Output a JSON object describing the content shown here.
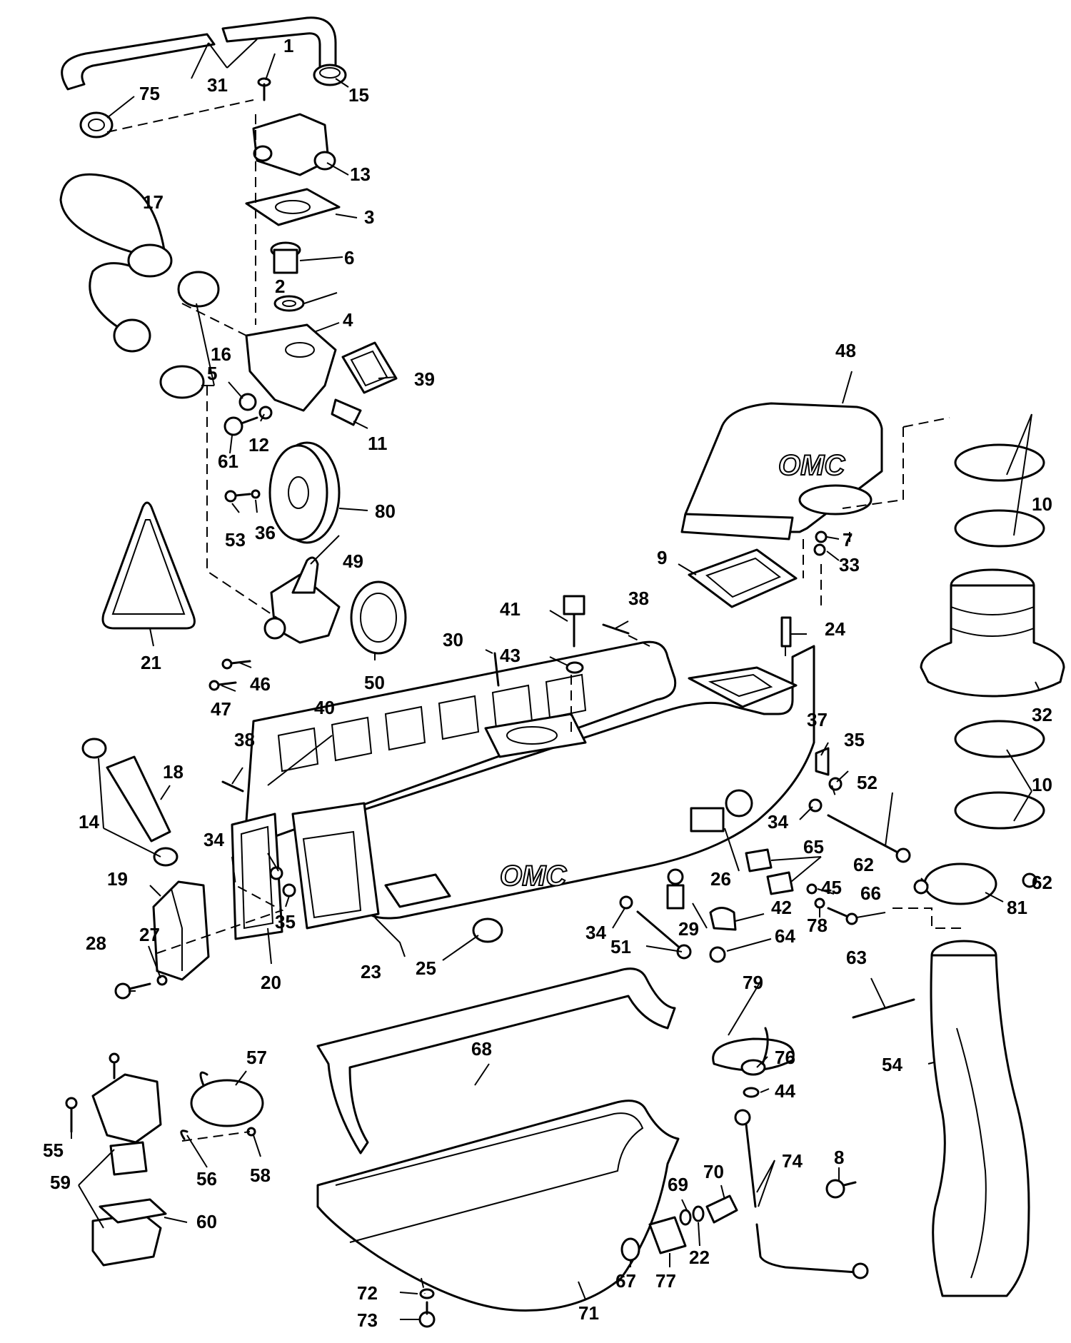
{
  "logo_text": "OMC",
  "callouts": [
    "1",
    "2",
    "3",
    "4",
    "5",
    "6",
    "7",
    "8",
    "9",
    "10",
    "11",
    "12",
    "13",
    "14",
    "15",
    "16",
    "17",
    "18",
    "19",
    "20",
    "21",
    "22",
    "23",
    "24",
    "25",
    "26",
    "27",
    "28",
    "29",
    "30",
    "31",
    "32",
    "33",
    "34",
    "35",
    "36",
    "37",
    "38",
    "39",
    "40",
    "41",
    "42",
    "43",
    "44",
    "45",
    "46",
    "47",
    "48",
    "49",
    "50",
    "51",
    "52",
    "53",
    "54",
    "55",
    "56",
    "57",
    "58",
    "59",
    "60",
    "61",
    "62",
    "63",
    "64",
    "65",
    "66",
    "67",
    "68",
    "69",
    "70",
    "71",
    "72",
    "73",
    "74",
    "75",
    "76",
    "77",
    "78",
    "79",
    "80",
    "81"
  ]
}
